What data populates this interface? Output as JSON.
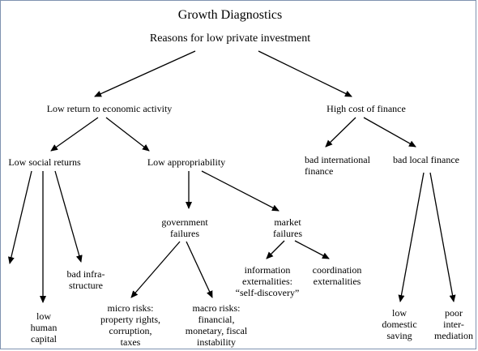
{
  "title": "Growth Diagnostics",
  "subtitle": "Reasons for low private investment",
  "nodes": {
    "low_return": "Low return to economic activity",
    "high_cost": "High cost of finance",
    "low_social": "Low social returns",
    "low_appropriability": "Low appropriability",
    "bad_international": "bad international\nfinance",
    "bad_local": "bad local finance",
    "government_failures": "government\nfailures",
    "market_failures": "market\nfailures",
    "bad_infrastructure": "bad infra-\nstructure",
    "low_human_capital": "low\nhuman\ncapital",
    "information_externalities": "information\nexternalities:\n“self-discovery”",
    "coordination_externalities": "coordination\nexternalities",
    "micro_risks": "micro risks:\nproperty rights,\ncorruption,\ntaxes",
    "macro_risks": "macro risks:\nfinancial,\nmonetary, fiscal\ninstability",
    "low_domestic_saving": "low\ndomestic\nsaving",
    "poor_intermediation": "poor\ninter-\nmediation"
  },
  "edges": [
    [
      "subtitle",
      "low_return"
    ],
    [
      "subtitle",
      "high_cost"
    ],
    [
      "low_return",
      "low_social"
    ],
    [
      "low_return",
      "low_appropriability"
    ],
    [
      "high_cost",
      "bad_international"
    ],
    [
      "high_cost",
      "bad_local"
    ],
    [
      "low_social",
      "unlabeled_leaf"
    ],
    [
      "low_social",
      "low_human_capital"
    ],
    [
      "low_social",
      "bad_infrastructure"
    ],
    [
      "low_appropriability",
      "government_failures"
    ],
    [
      "low_appropriability",
      "market_failures"
    ],
    [
      "government_failures",
      "micro_risks"
    ],
    [
      "government_failures",
      "macro_risks"
    ],
    [
      "market_failures",
      "information_externalities"
    ],
    [
      "market_failures",
      "coordination_externalities"
    ],
    [
      "bad_local",
      "low_domestic_saving"
    ],
    [
      "bad_local",
      "poor_intermediation"
    ]
  ],
  "colors": {
    "line": "#000000",
    "border": "#7f93b0"
  }
}
